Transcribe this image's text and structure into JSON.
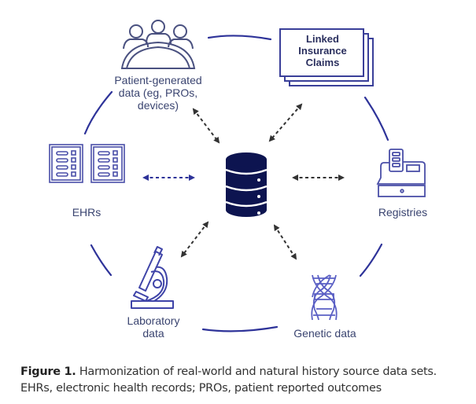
{
  "diagram": {
    "center": {
      "icon": "database-icon",
      "label": ""
    },
    "nodes": {
      "patient": {
        "icon": "people-group-icon",
        "lines": [
          "Patient-generated",
          "data (eg, PROs,",
          "devices)"
        ]
      },
      "claims": {
        "icon": "stacked-documents-icon",
        "lines": [
          "Linked",
          "Insurance",
          "Claims"
        ]
      },
      "ehrs": {
        "icon": "records-icon",
        "label": "EHRs"
      },
      "registries": {
        "icon": "cash-register-icon",
        "label": "Registries"
      },
      "laboratory": {
        "icon": "microscope-icon",
        "lines": [
          "Laboratory",
          "data"
        ]
      },
      "genetic": {
        "icon": "dna-icon",
        "label": "Genetic data"
      }
    },
    "connections": [
      {
        "from": "center",
        "to": "patient",
        "style": "dashed",
        "direction": "bidirectional"
      },
      {
        "from": "center",
        "to": "claims",
        "style": "dashed",
        "direction": "bidirectional"
      },
      {
        "from": "center",
        "to": "ehrs",
        "style": "dashed",
        "direction": "bidirectional"
      },
      {
        "from": "center",
        "to": "registries",
        "style": "dashed",
        "direction": "bidirectional"
      },
      {
        "from": "center",
        "to": "laboratory",
        "style": "dashed",
        "direction": "bidirectional"
      },
      {
        "from": "center",
        "to": "genetic",
        "style": "dashed",
        "direction": "bidirectional"
      }
    ],
    "colors": {
      "icon_stroke": "#4a4fa8",
      "database_fill": "#0d1450",
      "ring": "#2e3399",
      "arrow_dark": "#333333",
      "arrow_blue": "#2e3399",
      "text": "#3a4470"
    }
  },
  "caption": {
    "figure_label": "Figure 1.",
    "text": "Harmonization of real-world and natural history source data sets. EHRs, electronic health records; PROs, patient reported outcomes"
  }
}
